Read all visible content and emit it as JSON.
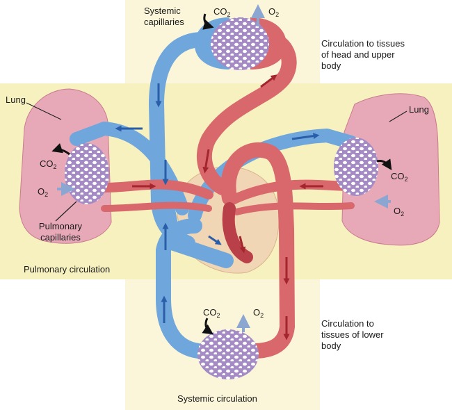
{
  "labels": {
    "systemic_capillaries": "Systemic capillaries",
    "head_circulation": "Circulation to tissues of head and upper body",
    "lung_left": "Lung",
    "lung_right": "Lung",
    "pulmonary_capillaries": "Pulmonary capillaries",
    "pulmonary_circulation": "Pulmonary circulation",
    "lower_circulation": "Circulation to tissues of lower body",
    "systemic_circulation": "Systemic circulation"
  },
  "gases": {
    "co2_base": "CO",
    "o2_base": "O",
    "subscript": "2"
  },
  "colors": {
    "background_band": "#f7f1bf",
    "background_cross": "#fbf6d9",
    "deoxygenated": "#6fa6dc",
    "oxygenated": "#d9686d",
    "capillary": "#a58bc4",
    "lung": "#e7a9b8",
    "heart": "#f1d6b5",
    "arrow_dark": "#111111",
    "arrow_light": "#8aa6d1"
  }
}
